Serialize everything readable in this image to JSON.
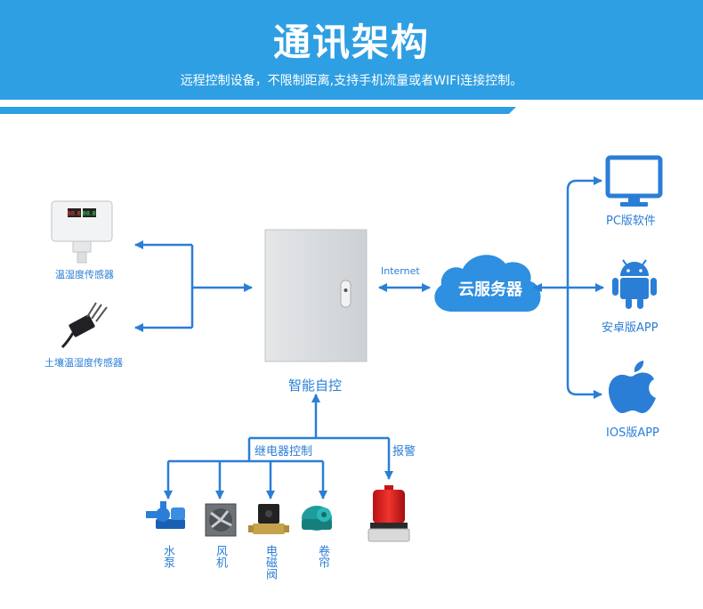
{
  "header": {
    "title": "通讯架构",
    "subtitle": "远程控制设备，不限制距离,支持手机流量或者WIFI连接控制。"
  },
  "sensors": {
    "temp_humidity": "温湿度传感器",
    "soil": "土壤温湿度传感器"
  },
  "controller": {
    "label": "智能自控"
  },
  "link": {
    "internet": "Internet"
  },
  "cloud": {
    "label": "云服务器"
  },
  "clients": {
    "pc": "PC版软件",
    "android": "安卓版APP",
    "ios": "IOS版APP"
  },
  "relay": {
    "label": "继电器控制"
  },
  "alarm": {
    "label": "报警"
  },
  "devices": {
    "pump": "水泵",
    "fan": "风机",
    "valve": "电磁阀",
    "curtain": "卷帘"
  },
  "colors": {
    "brand_blue": "#2f9fe3",
    "line_blue": "#2a7ed6"
  }
}
